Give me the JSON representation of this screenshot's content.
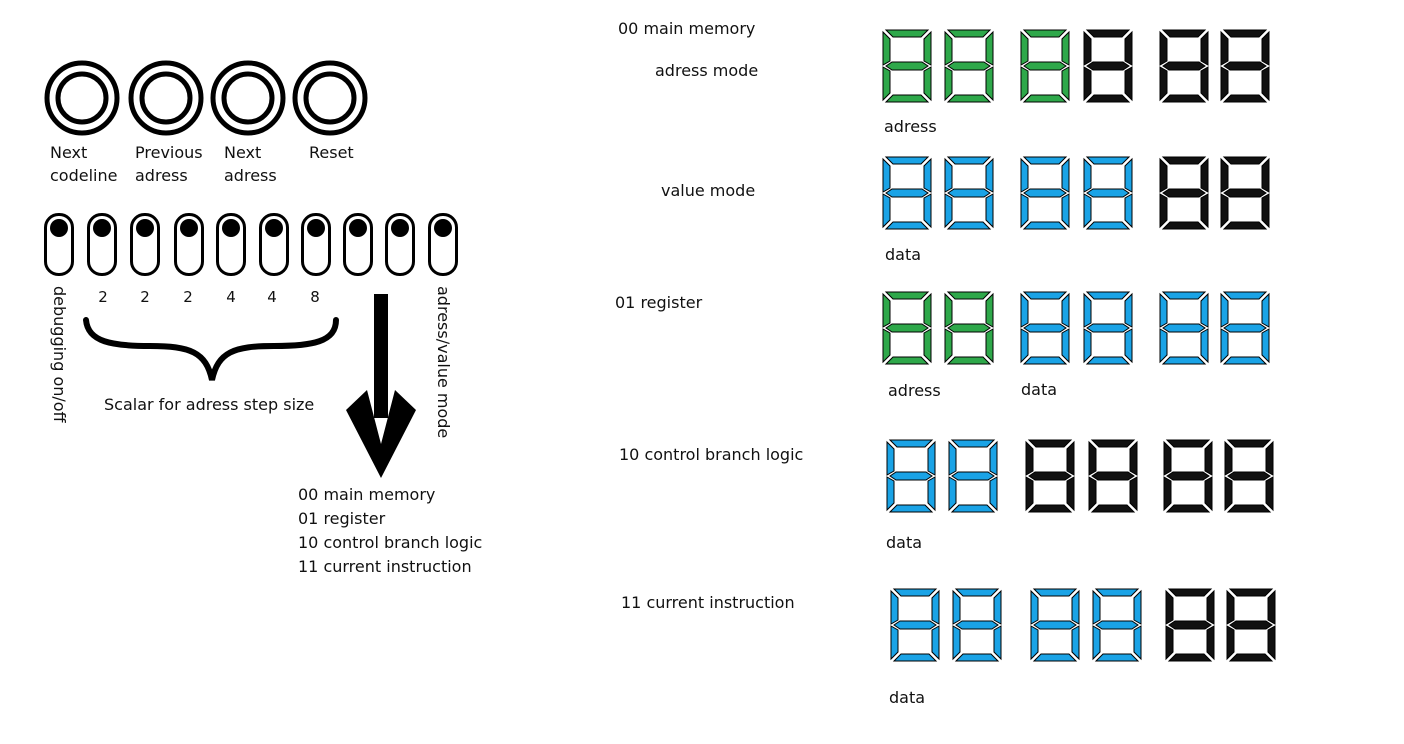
{
  "buttons": [
    {
      "label": "Next\ncodeline"
    },
    {
      "label": "Previous\nadress"
    },
    {
      "label": "Next\nadress"
    },
    {
      "label": "Reset"
    }
  ],
  "switches": {
    "count": 10,
    "step_labels": [
      "2",
      "2",
      "2",
      "4",
      "4",
      "8"
    ],
    "debug_label": "debugging on/off",
    "mode_label": "adress/value mode",
    "scalar_label": "Scalar for adress step size"
  },
  "mode_list": [
    "00 main memory",
    "01 register",
    "10 control branch logic",
    "11 current instruction"
  ],
  "right_section": {
    "main_memory_title": "00 main memory",
    "adress_mode_title": "adress mode",
    "value_mode_title": "value mode",
    "register_title": "01 register",
    "control_title": "10 control branch logic",
    "instruction_title": "11 current instruction",
    "labels": {
      "adress1": "adress",
      "data1": "data",
      "adress2": "adress",
      "data2": "data",
      "data3": "data",
      "data4": "data"
    }
  },
  "colors": {
    "green": "#2ea84a",
    "blue": "#1aa3e6",
    "black": "#111111"
  },
  "displays": [
    [
      "green",
      "green",
      "green",
      "black",
      "black",
      "black"
    ],
    [
      "blue",
      "blue",
      "blue",
      "blue",
      "black",
      "black"
    ],
    [
      "green",
      "green",
      "blue",
      "blue",
      "blue",
      "blue"
    ],
    [
      "blue",
      "blue",
      "black",
      "black",
      "black",
      "black"
    ],
    [
      "blue",
      "blue",
      "blue",
      "blue",
      "black",
      "black"
    ]
  ]
}
